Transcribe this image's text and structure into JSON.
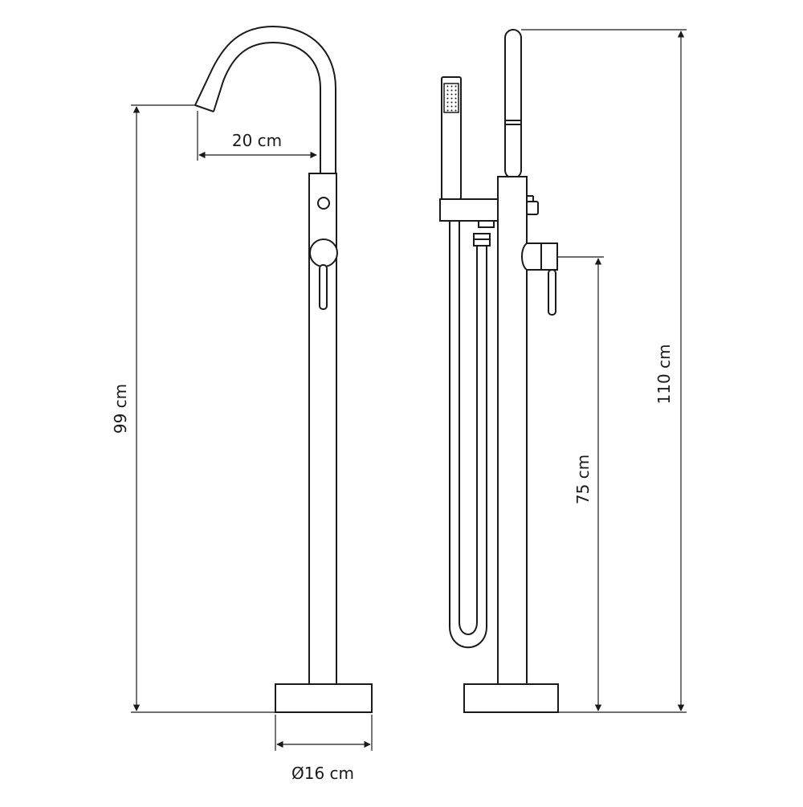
{
  "dimensions": {
    "spout_reach": "20 cm",
    "left_height": "99 cm",
    "base_diameter": "Ø16 cm",
    "right_total_height": "110 cm",
    "lever_height": "75 cm"
  },
  "colors": {
    "line": "#1a1a1a",
    "background": "#ffffff"
  }
}
